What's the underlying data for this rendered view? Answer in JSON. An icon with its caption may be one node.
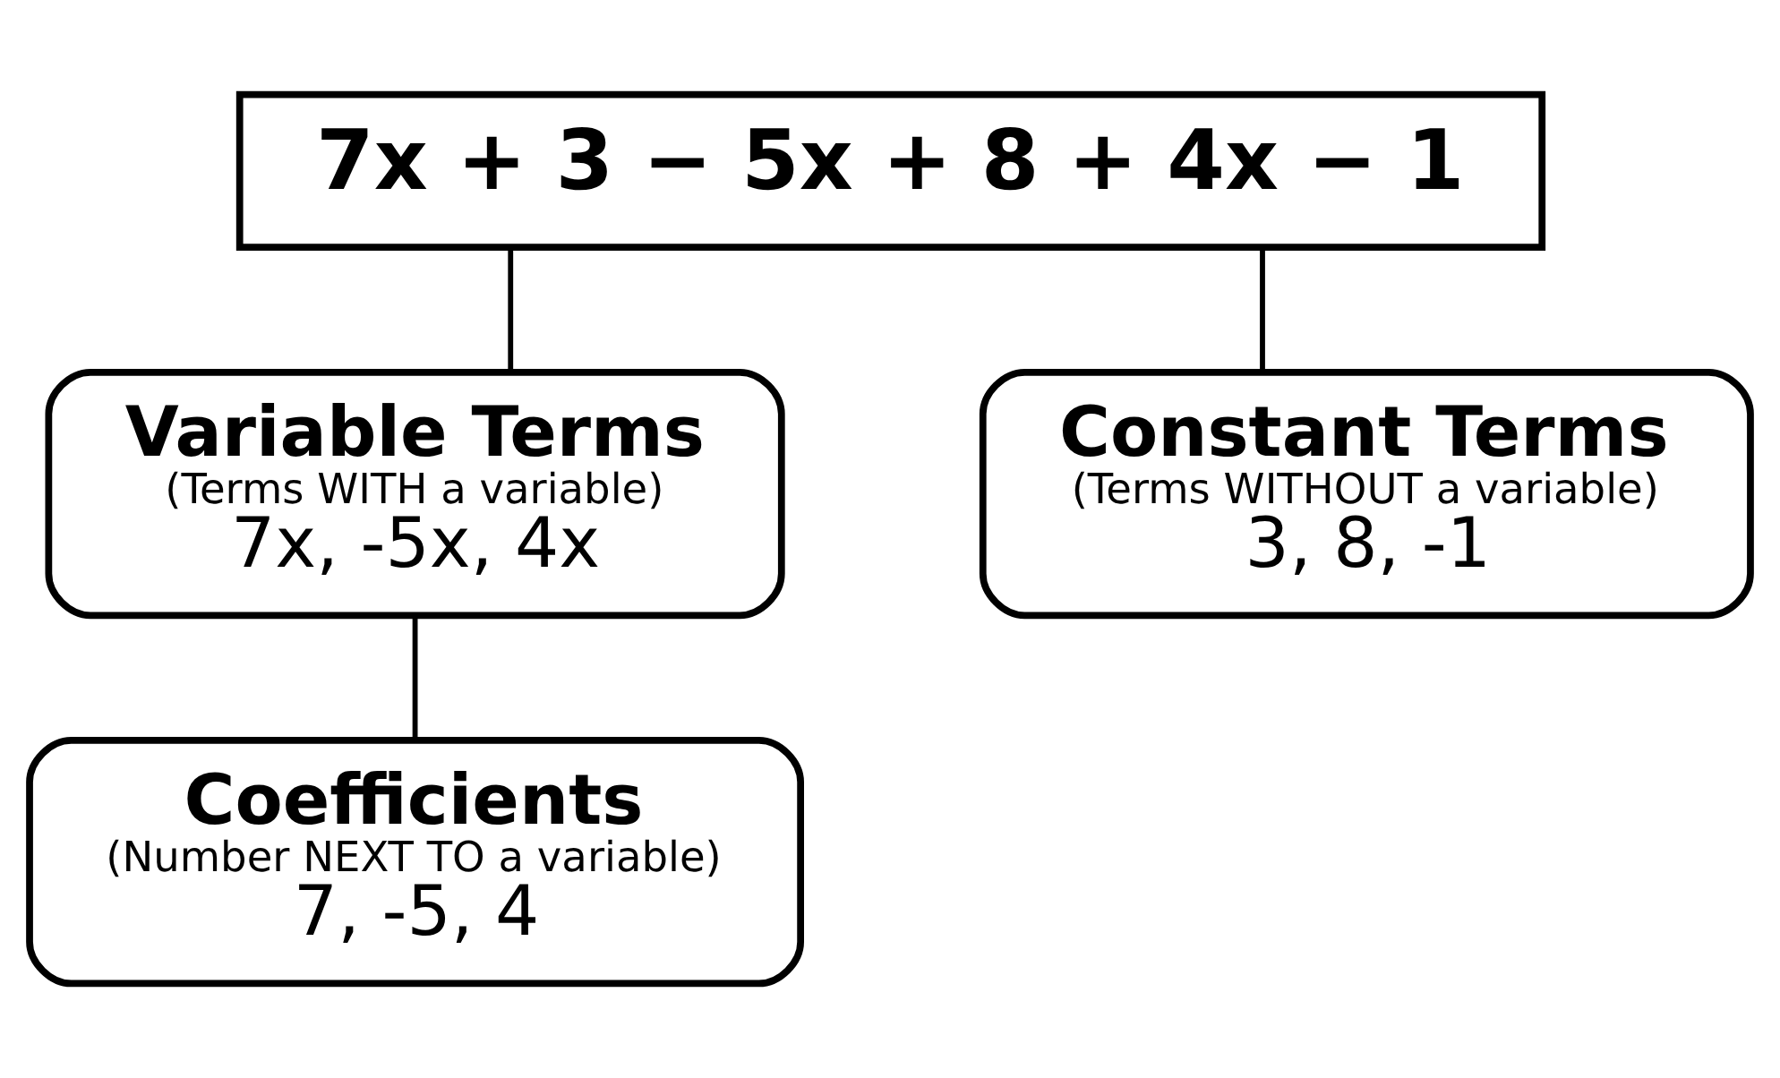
{
  "diagram": {
    "nodes": [
      {
        "text": [
          "7x + 3 − 5x + 8 + 4x − 1"
        ]
      },
      {
        "text": [
          "Variable Terms",
          "(Terms WITH a variable)",
          "7x, -5x, 4x"
        ]
      },
      {
        "text": [
          "Constant Terms",
          "(Terms WITHOUT a variable)",
          "3, 8, -1"
        ]
      },
      {
        "text": [
          "Coefficients",
          "(Number NEXT TO a variable)",
          "7, -5, 4"
        ]
      }
    ],
    "edges": [
      {
        "from": 0,
        "to": 1,
        "arrow": "none"
      },
      {
        "from": 0,
        "to": 2,
        "arrow": "none"
      },
      {
        "from": 1,
        "to": 3,
        "arrow": "none"
      }
    ]
  }
}
